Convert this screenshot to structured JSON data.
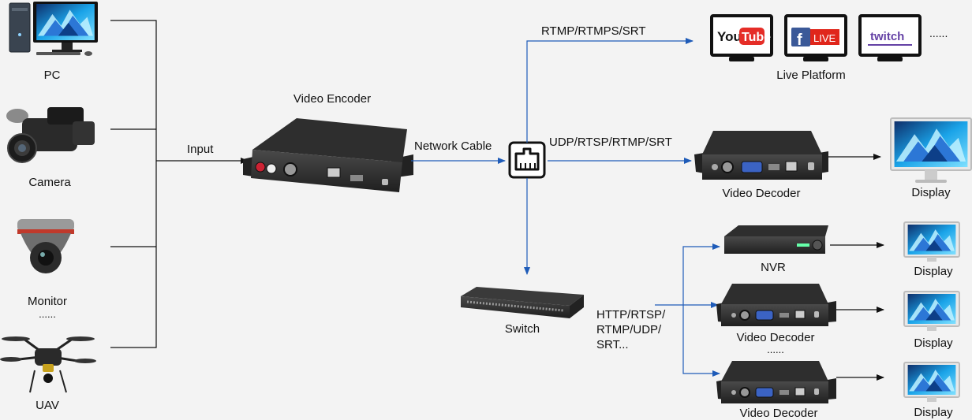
{
  "sources": {
    "pc": "PC",
    "camera": "Camera",
    "monitor": "Monitor",
    "monitor_more": "......",
    "uav": "UAV"
  },
  "edges": {
    "input": "Input",
    "network_cable": "Network Cable",
    "rtmp": "RTMP/RTMPS/SRT",
    "udp": "UDP/RTSP/RTMP/SRT",
    "http_lines": [
      "HTTP/RTSP/",
      "RTMP/UDP/",
      "SRT..."
    ]
  },
  "devices": {
    "encoder": "Video Encoder",
    "decoder_top": "Video Decoder",
    "switch": "Switch",
    "nvr": "NVR",
    "decoder_mid": "Video Decoder",
    "decoder_more": "......",
    "decoder_bottom": "Video Decoder"
  },
  "platforms": {
    "youtube_you": "You",
    "youtube_tube": "Tube",
    "facebook_f": "f",
    "facebook_live": "LIVE",
    "twitch": "twitch",
    "more": "......",
    "caption": "Live Platform"
  },
  "displays": {
    "top": "Display",
    "nvr": "Display",
    "mid": "Display",
    "bottom": "Display"
  },
  "colors": {
    "flow_blue": "#1e5bb8",
    "line_black": "#111111",
    "device_dark": "#2b2b2b",
    "screen_blue": "#1aa3e8",
    "youtube_red": "#e52d27",
    "facebook_blue": "#3b5998",
    "live_red": "#e0261b",
    "twitch_purple": "#6441a5"
  }
}
